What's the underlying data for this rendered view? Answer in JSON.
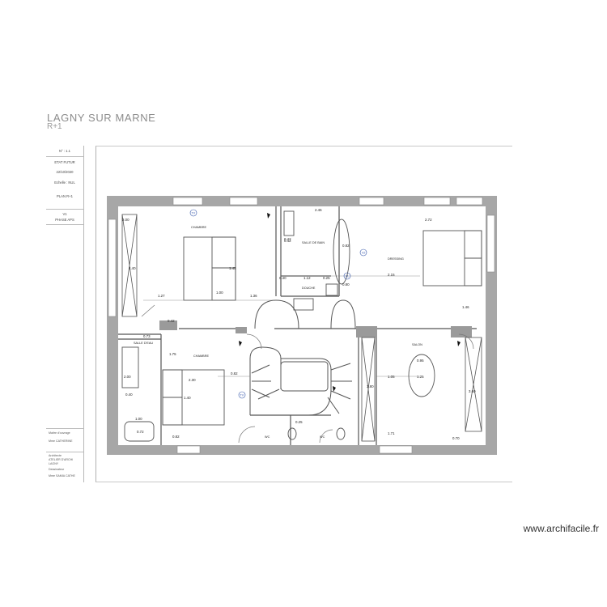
{
  "title": "LAGNY SUR MARNE",
  "subtitle": "R+1",
  "cartouche": {
    "ref": "N° : 1.1",
    "state": "ETAT FUTUR",
    "date": "22/10/2020",
    "echelle": "Echelle : NUL",
    "plan": "PLAN R+1",
    "version": "V1",
    "version_sub": "PHASE APS",
    "lower_1": "Maitre d'ouvrage",
    "lower_2": "Mme CATHERINE",
    "lower_3": "Architecte",
    "lower_4": "ATELIER D'ARCHI",
    "lower_5": "LAGNY",
    "lower_6": "Dessinateur",
    "lower_7": "Mme SAMIA CATHE"
  },
  "rooms": {
    "chambre_1": "CHAMBRE",
    "salle_de_bain": "SALLE DE BAIN",
    "douche": "DOUCHE",
    "dressing": "DRESSING",
    "salle_eau": "SALLE D'EAU",
    "chambre_2": "CHAMBRE",
    "salon": "SALON",
    "wc_1": "WC",
    "wc_2": "WC"
  },
  "dimensions": {
    "d1": "2.46",
    "d2": "2.72",
    "d3": "4.40",
    "d4": "0.42",
    "d5": "1.27",
    "d6": "1.00",
    "d7": "1.36",
    "d8": "1.45",
    "d9": "0.40",
    "d10": "1.12",
    "d11": "0.25",
    "d12": "0.82",
    "d13": "0.80",
    "d14": "0.42",
    "d15": "2.15",
    "d16": "1.46",
    "d17": "0.42",
    "d18": "0.73",
    "d19": "1.75",
    "d20": "2.00",
    "d21": "2.30",
    "d22": "0.82",
    "d23": "1.40",
    "d24": "0.40",
    "d25": "1.00",
    "d26": "0.72",
    "d27": "0.82",
    "d28": "0.25",
    "d29": "0.95",
    "d30": "1.05",
    "d31": "1.25",
    "d32": "3.80",
    "d33": "3.60",
    "d34": "0.70",
    "d35": "1.71",
    "d36": "2.00"
  },
  "markers": {
    "m1": "TV",
    "m2": "V2",
    "m3": "VL",
    "m4": "TV"
  },
  "watermark": "www.archifacile.fr"
}
